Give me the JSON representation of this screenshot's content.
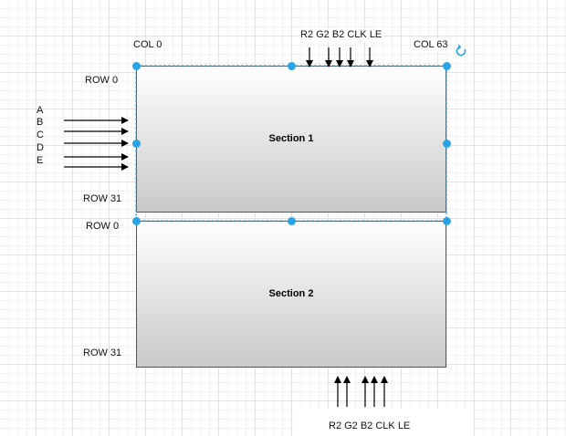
{
  "diagram": {
    "top_signals": "R2 G2 B2 CLK LE",
    "bottom_signals": "R2 G2 B2 CLK LE",
    "col_start": "COL 0",
    "col_end": "COL 63",
    "address_lines": [
      "A",
      "B",
      "C",
      "D",
      "E"
    ],
    "sections": [
      {
        "title": "Section 1",
        "row_top": "ROW 0",
        "row_bottom": "ROW 31"
      },
      {
        "title": "Section 2",
        "row_top": "ROW 0",
        "row_bottom": "ROW 31"
      }
    ],
    "selection_color": "#29a3e6",
    "rotate_icon": "rotate-icon"
  }
}
